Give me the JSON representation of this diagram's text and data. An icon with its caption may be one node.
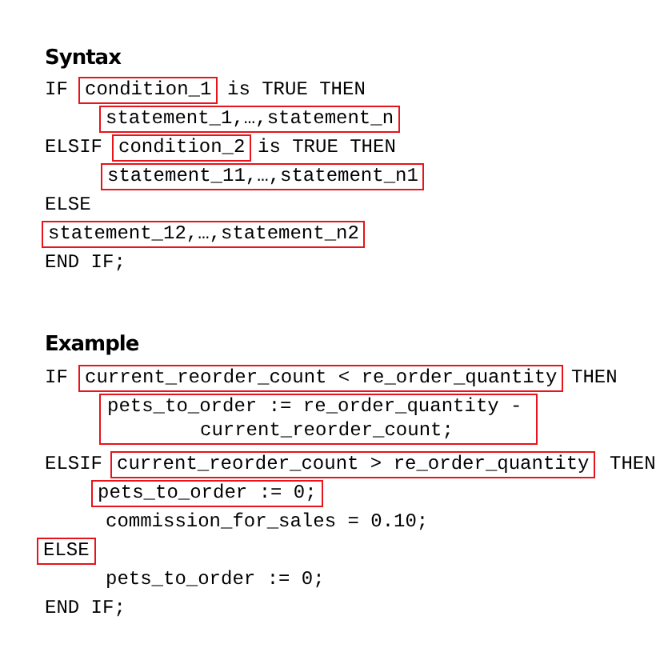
{
  "diagram": {
    "nodes": [
      {
        "text": [
          "condition_1"
        ]
      },
      {
        "text": [
          "statement_1,…,statement_n"
        ]
      },
      {
        "text": [
          "condition_2"
        ]
      },
      {
        "text": [
          "statement_11,…,statement_n1"
        ]
      },
      {
        "text": [
          "statement_12,…,statement_n2"
        ]
      },
      {
        "text": [
          "current_reorder_count < re_order_quantity"
        ]
      },
      {
        "text": [
          "pets_to_order := re_order_quantity - current_reorder_count;"
        ]
      },
      {
        "text": [
          "current_reorder_count > re_order_quantity"
        ]
      },
      {
        "text": [
          "pets_to_order := 0;"
        ]
      },
      {
        "text": [
          "ELSE"
        ]
      }
    ],
    "labels": [
      "Syntax",
      "IF",
      "is TRUE THEN",
      "ELSIF",
      "is TRUE THEN",
      "ELSE",
      "END IF;",
      "Example",
      "IF",
      "THEN",
      "ELSIF",
      "THEN",
      "commission_for_sales = 0.10;",
      "pets_to_order := 0;",
      "END IF;"
    ]
  }
}
